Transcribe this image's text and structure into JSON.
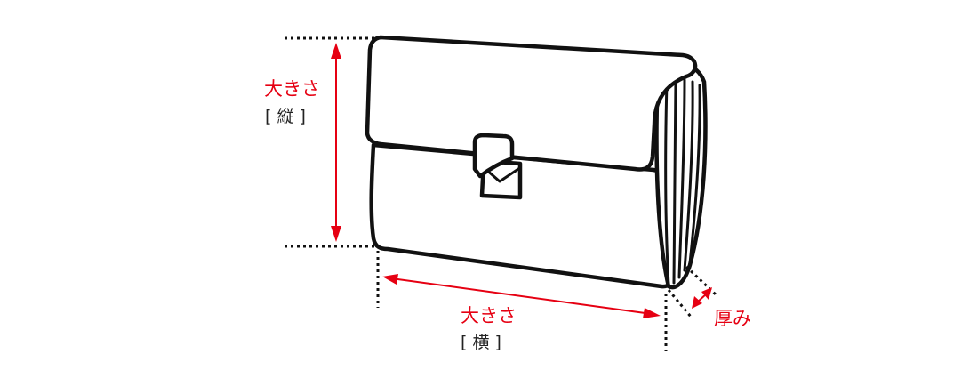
{
  "labels": {
    "height": "大きさ",
    "height_sub": "[ 縦 ]",
    "width": "大きさ",
    "width_sub": "[ 横 ]",
    "thickness": "厚み"
  },
  "colors": {
    "accent": "#e60012",
    "outline": "#111111"
  }
}
